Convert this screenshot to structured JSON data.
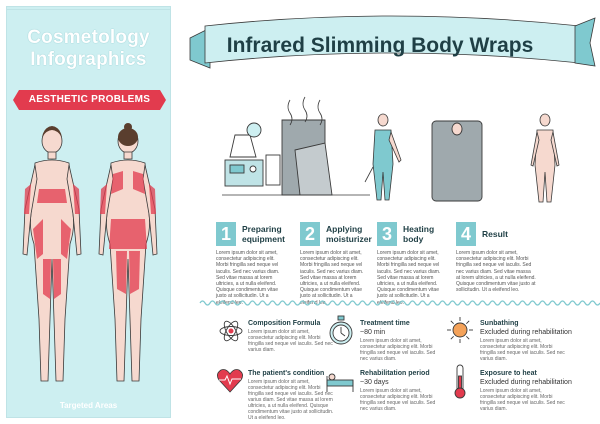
{
  "left_panel": {
    "title_line1": "Cosmetology",
    "title_line2": "Infographics",
    "badge": "AESTHETIC PROBLEMS",
    "footer": "Targeted Areas"
  },
  "ribbon": {
    "title": "Infrared Slimming Body Wraps"
  },
  "steps": [
    {
      "num": "1",
      "label1": "Preparing",
      "label2": "equipment"
    },
    {
      "num": "2",
      "label1": "Applying",
      "label2": "moisturizer"
    },
    {
      "num": "3",
      "label1": "Heating",
      "label2": "body"
    },
    {
      "num": "4",
      "label1": "Result",
      "label2": ""
    }
  ],
  "lorem": "Lorem ipsum dolor sit amet, consectetur adipiscing elit. Morbi fringilla sed neque vel iaculis. Sed nec varius diam. Sed vitae massa at lorem ultricies, a ut nulla eleifend. Quisque condimentum vitae justo at sollicitudin. Ut a eleifend leo.",
  "lorem_short": "Lorem ipsum dolor sit amet, consectetur adipiscing elit. Morbi fringilla sed neque vel iaculis. Sed nec varius diam.",
  "info": {
    "composition": {
      "title": "Composition Formula"
    },
    "treatment": {
      "title": "Treatment time",
      "value": "~80 min"
    },
    "sunbathing": {
      "title": "Sunbathing",
      "value": "Excluded during rehabilitation"
    },
    "condition": {
      "title": "The patient's condition"
    },
    "rehab": {
      "title": "Rehabilitation period",
      "value": "~30 days"
    },
    "heat": {
      "title": "Exposure to heat",
      "value": "Excluded during rehabilitation"
    }
  },
  "colors": {
    "accent": "#7fc9cf",
    "panel": "#cdeff1",
    "red": "#e23b4e",
    "dark": "#1f3f45"
  }
}
